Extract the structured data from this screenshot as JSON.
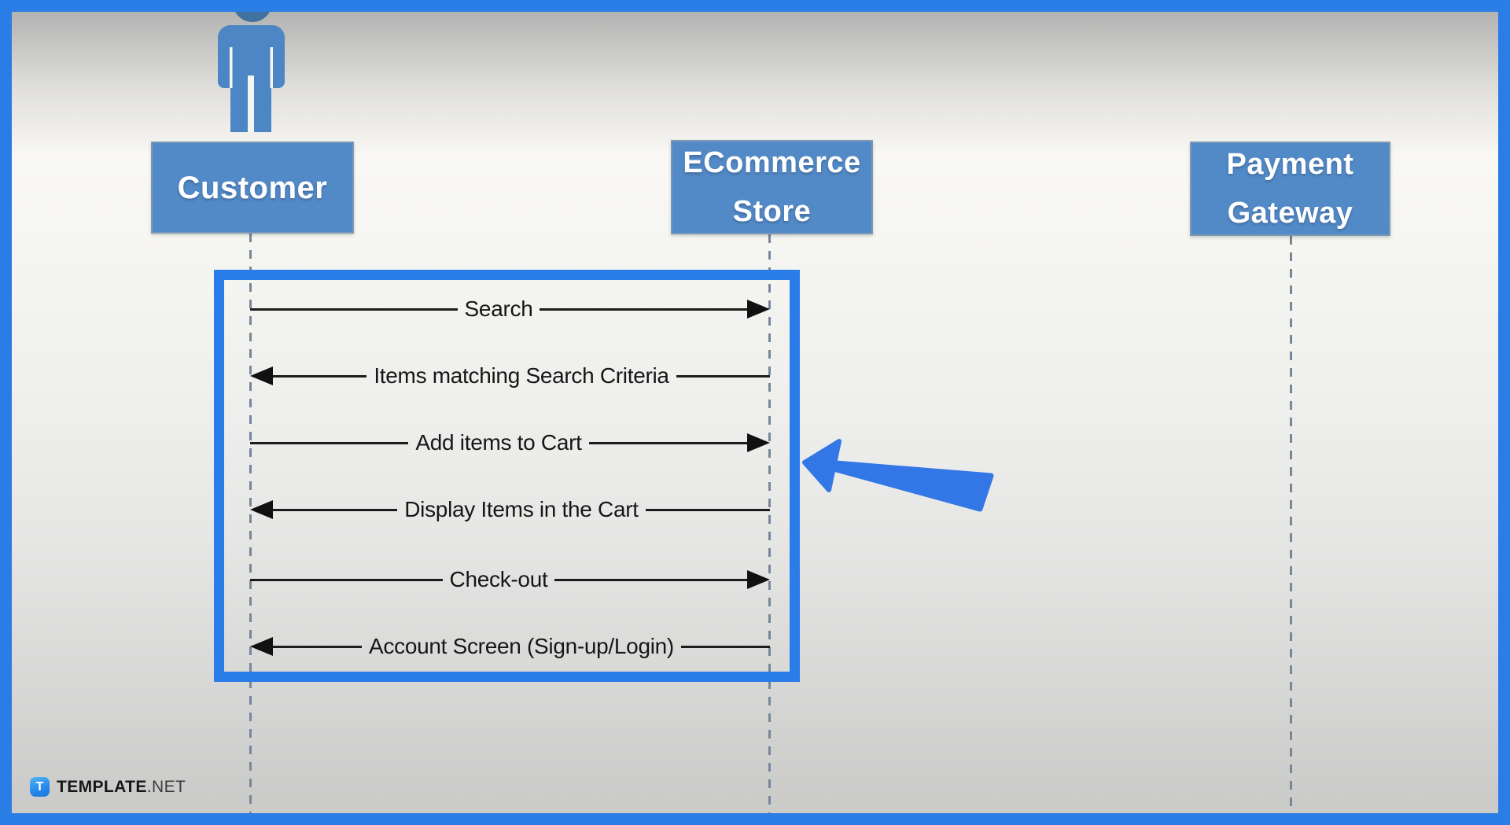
{
  "diagram": {
    "type": "uml-sequence-diagram",
    "actors": [
      {
        "id": "customer",
        "lines": [
          "Customer"
        ]
      },
      {
        "id": "ecommerce",
        "lines": [
          "ECommerce",
          "Store"
        ]
      },
      {
        "id": "payment",
        "lines": [
          "Payment",
          "Gateway"
        ]
      }
    ],
    "messages": [
      {
        "from": "customer",
        "to": "ecommerce",
        "direction": "right",
        "text": "Search"
      },
      {
        "from": "ecommerce",
        "to": "customer",
        "direction": "left",
        "text": "Items matching Search Criteria"
      },
      {
        "from": "customer",
        "to": "ecommerce",
        "direction": "right",
        "text": "Add items to Cart"
      },
      {
        "from": "ecommerce",
        "to": "customer",
        "direction": "left",
        "text": "Display Items in the Cart"
      },
      {
        "from": "customer",
        "to": "ecommerce",
        "direction": "right",
        "text": "Check-out"
      },
      {
        "from": "ecommerce",
        "to": "customer",
        "direction": "left",
        "text": "Account Screen (Sign-up/Login)"
      }
    ]
  },
  "annotations": {
    "highlight_box": "around customer-ecommerce message group",
    "pointer_arrow": "hand-drawn arrow pointing at highlight box"
  },
  "watermark": {
    "icon_letter": "T",
    "brand_bold": "TEMPLATE",
    "brand_rest": ".NET"
  },
  "colors": {
    "frame_accent": "#2b7de6",
    "highlight_accent": "#2a7ce9",
    "annotation_arrow": "#3377e6",
    "actor_box_fill": "#5289c7",
    "actor_icon_fill": "#4d86c4",
    "actor_icon_head": "#40719f",
    "lifeline": "#76879a",
    "message_ink": "#161616",
    "background_top": "#b2b2b2",
    "background_mid": "#f9f8f4",
    "background_bottom": "#cbcbca"
  }
}
